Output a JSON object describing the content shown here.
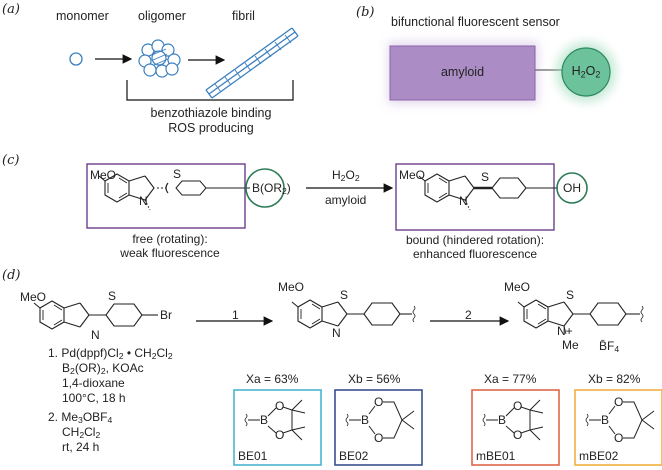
{
  "panels": {
    "a": {
      "label": "(a)",
      "stages": [
        "monomer",
        "oligomer",
        "fibril"
      ],
      "bracket_text": [
        "benzothiazole binding",
        "ROS producing"
      ],
      "colors": {
        "protein": "#3a7fc0"
      }
    },
    "b": {
      "label": "(b)",
      "title": "bifunctional fluorescent sensor",
      "box_text": "amyloid",
      "circle_text": "H2O2",
      "colors": {
        "box": "#ab8cc4",
        "box_border": "#8b64ab",
        "circle": "#6cc29a",
        "circle_border": "#2e8a5d"
      }
    },
    "c": {
      "label": "(c)",
      "left_caption": [
        "free (rotating):",
        "weak fluorescence"
      ],
      "right_caption": [
        "bound (hindered rotation):",
        "enhanced fluorescence"
      ],
      "arrow_above": "H2O2",
      "arrow_below": "amyloid",
      "left_substituent": "B(OR2)",
      "right_substituent": "OH",
      "meo": "MeO",
      "s_atom": "S",
      "n_atom": "N",
      "colors": {
        "box": "#6b3f8c",
        "circle": "#2e7a55"
      }
    },
    "d": {
      "label": "(d)",
      "start_substituent": "Br",
      "meo": "MeO",
      "step1_label": "1",
      "step2_label": "2",
      "methyl": "Me",
      "n_plus": "N+",
      "counterion": "BF4",
      "conditions": {
        "step1": [
          "1. Pd(dppf)Cl2 • CH2Cl2",
          "B2(OR)2, KOAc",
          "1,4-dioxane",
          "100°C, 18 h"
        ],
        "step2": [
          "2. Me3OBF4",
          "CH2Cl2",
          "rt, 24 h"
        ]
      },
      "yields": [
        {
          "label": "Xa = 63%",
          "compound": "BE01",
          "color": "#4bb4d0"
        },
        {
          "label": "Xb = 56%",
          "compound": "BE02",
          "color": "#3b4f8f"
        },
        {
          "label": "Xa = 77%",
          "compound": "mBE01",
          "color": "#e0674a"
        },
        {
          "label": "Xb = 82%",
          "compound": "mBE02",
          "color": "#f0b040"
        }
      ],
      "boron": "B",
      "oxygen": "O"
    }
  }
}
